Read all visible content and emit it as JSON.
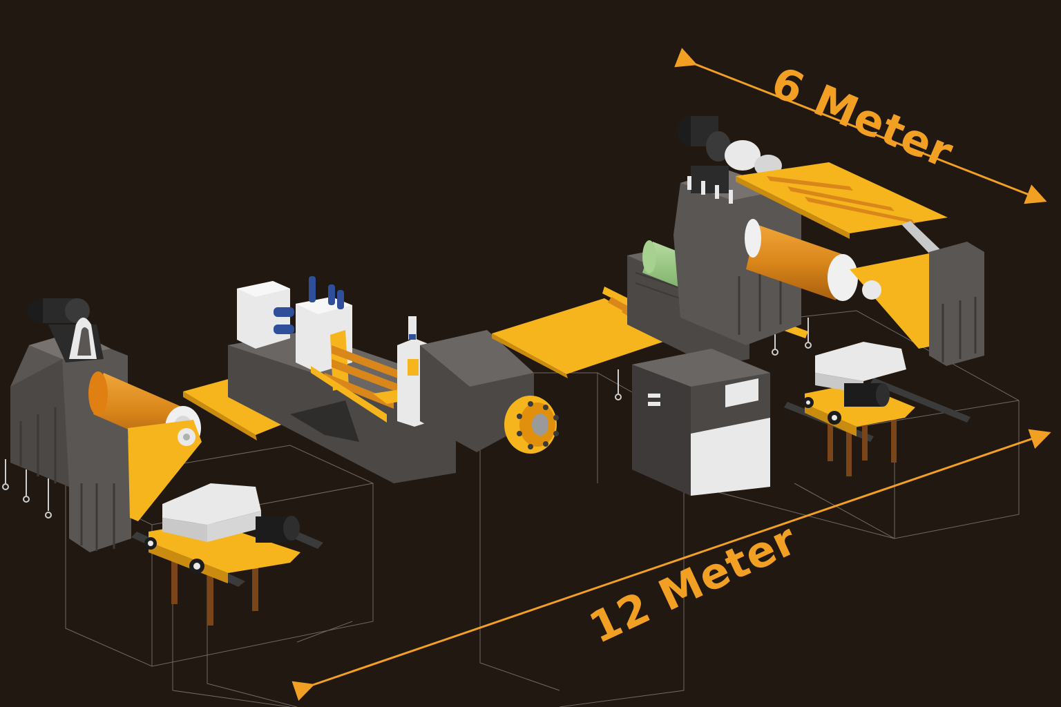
{
  "dimensions": {
    "width_label": "6 Meter",
    "length_label": "12 Meter"
  },
  "colors": {
    "background": "#211812",
    "accent": "#f2a024",
    "yellow": "#f6b51c",
    "orange": "#d9861a",
    "gray_dark": "#4b4846",
    "gray_mid": "#6a6664",
    "white": "#e9e9e9",
    "green": "#8fc27a",
    "blue": "#2f4f9a",
    "black": "#1c1c1c",
    "brown": "#7a4518",
    "wire": "#8a8580"
  },
  "machines": [
    "uncoiler-left",
    "coil-car-left",
    "feed-table-left",
    "straightener",
    "drive-unit",
    "feed-table-right",
    "control-cabinet",
    "recoiler-right",
    "coil-car-right"
  ]
}
